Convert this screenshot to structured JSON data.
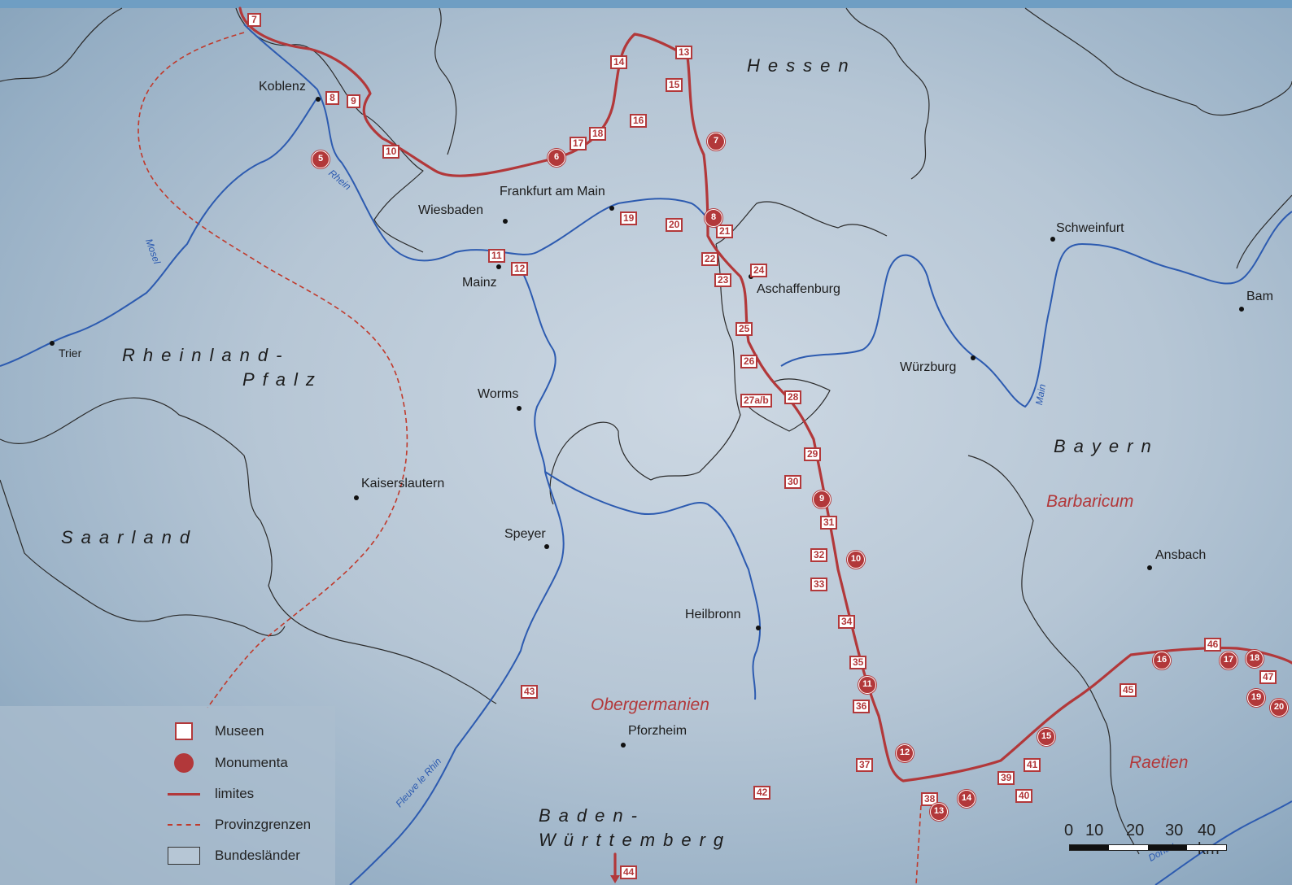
{
  "regions": {
    "hessen": "Hessen",
    "rheinland": "Rheinland-",
    "pfalz": "Pfalz",
    "saarland": "Saarland",
    "bayern": "Bayern",
    "baden": "Baden-",
    "wuerttemberg": "Württemberg"
  },
  "provinces": {
    "obergermanien": "Obergermanien",
    "raetien": "Raetien",
    "barbaricum": "Barbaricum"
  },
  "cities": {
    "koblenz": "Koblenz",
    "wiesbaden": "Wiesbaden",
    "frankfurt": "Frankfurt am Main",
    "mainz": "Mainz",
    "aschaffenburg": "Aschaffenburg",
    "trier": "Trier",
    "worms": "Worms",
    "wuerzburg": "Würzburg",
    "schweinfurt": "Schweinfurt",
    "bam": "Bam",
    "kaiserslautern": "Kaiserslautern",
    "speyer": "Speyer",
    "ansbach": "Ansbach",
    "heilbronn": "Heilbronn",
    "pforzheim": "Pforzheim"
  },
  "rivers": {
    "rhein": "Rhein",
    "mosel": "Mosel",
    "main": "Main",
    "fleuve": "Fleuve le Rhin",
    "donau": "Donau"
  },
  "museums": [
    "7",
    "8",
    "9",
    "10",
    "11",
    "12",
    "13",
    "14",
    "15",
    "16",
    "17",
    "18",
    "19",
    "20",
    "21",
    "22",
    "23",
    "24",
    "25",
    "26",
    "27a/b",
    "28",
    "29",
    "30",
    "31",
    "32",
    "33",
    "34",
    "35",
    "36",
    "37",
    "38",
    "39",
    "40",
    "41",
    "42",
    "43",
    "44",
    "45",
    "46",
    "47"
  ],
  "monuments": [
    "5",
    "6",
    "7",
    "8",
    "9",
    "10",
    "11",
    "12",
    "13",
    "14",
    "15",
    "16",
    "17",
    "18",
    "19",
    "20"
  ],
  "legend": {
    "museums": "Museen",
    "monuments": "Monumenta",
    "limites": "limites",
    "provinces": "Provinzgrenzen",
    "states": "Bundesländer"
  },
  "scale": {
    "labels": [
      "0",
      "10",
      "20",
      "30",
      "40 km"
    ]
  },
  "colors": {
    "limes": "#b2383a",
    "river": "#2d5bb0",
    "border": "#2b2b2b",
    "province_border": "#c0392b"
  }
}
